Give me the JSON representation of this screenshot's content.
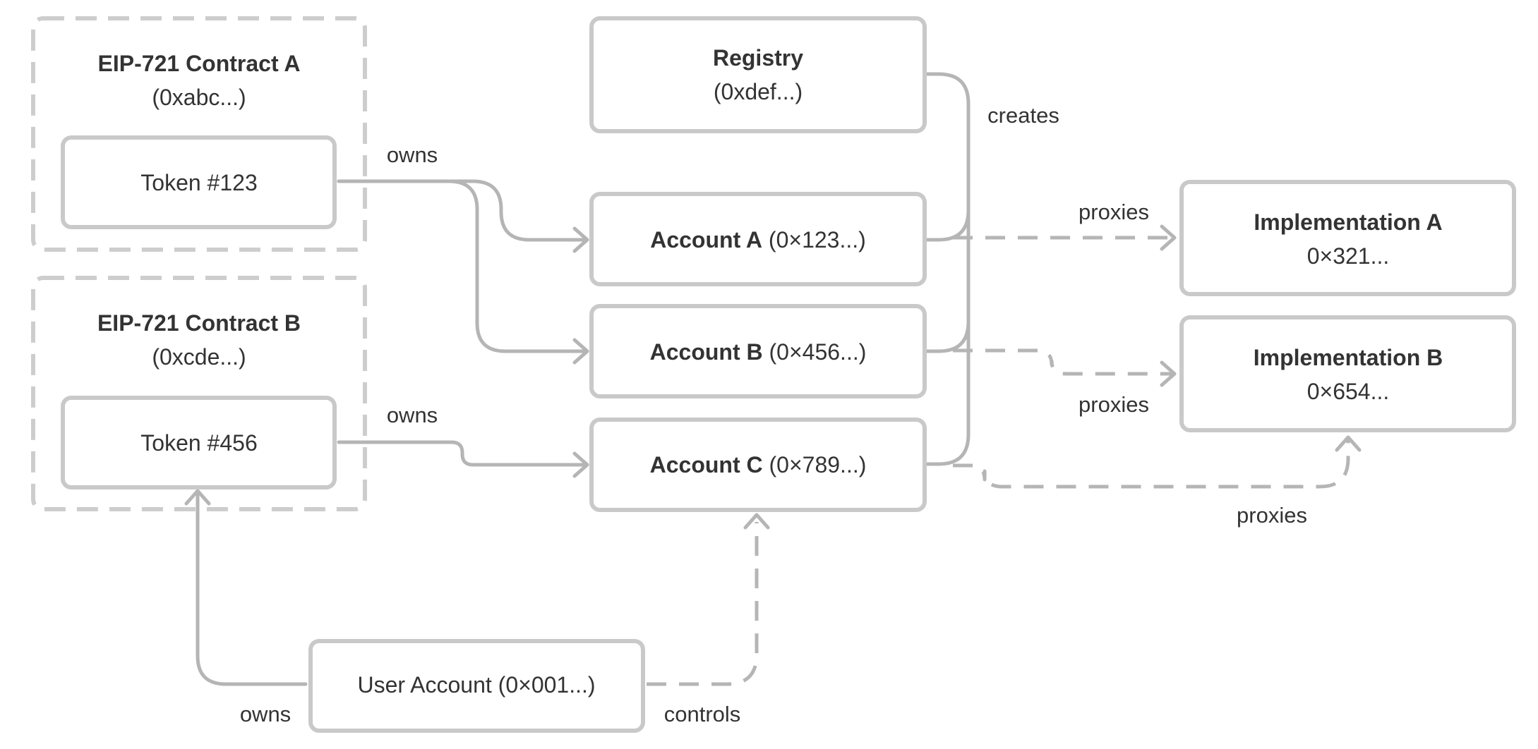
{
  "contract_a": {
    "title": "EIP-721 Contract A",
    "address": "(0xabc...)"
  },
  "contract_b": {
    "title": "EIP-721 Contract B",
    "address": "(0xcde...)"
  },
  "token_123": {
    "label": "Token #123"
  },
  "token_456": {
    "label": "Token #456"
  },
  "registry": {
    "title": "Registry",
    "address": "(0xdef...)"
  },
  "account_a": {
    "title": "Account A",
    "address": "(0×123...)"
  },
  "account_b": {
    "title": "Account B",
    "address": "(0×456...)"
  },
  "account_c": {
    "title": "Account C",
    "address": "(0×789...)"
  },
  "impl_a": {
    "title": "Implementation A",
    "address": "0×321..."
  },
  "impl_b": {
    "title": "Implementation B",
    "address": "0×654..."
  },
  "user_account": {
    "label": "User Account (0×001...)"
  },
  "edges": {
    "token123_owns": "owns",
    "token456_owns": "owns",
    "registry_creates": "creates",
    "account_a_proxies": "proxies",
    "account_b_proxies": "proxies",
    "account_c_proxies": "proxies",
    "user_owns": "owns",
    "user_controls": "controls"
  }
}
